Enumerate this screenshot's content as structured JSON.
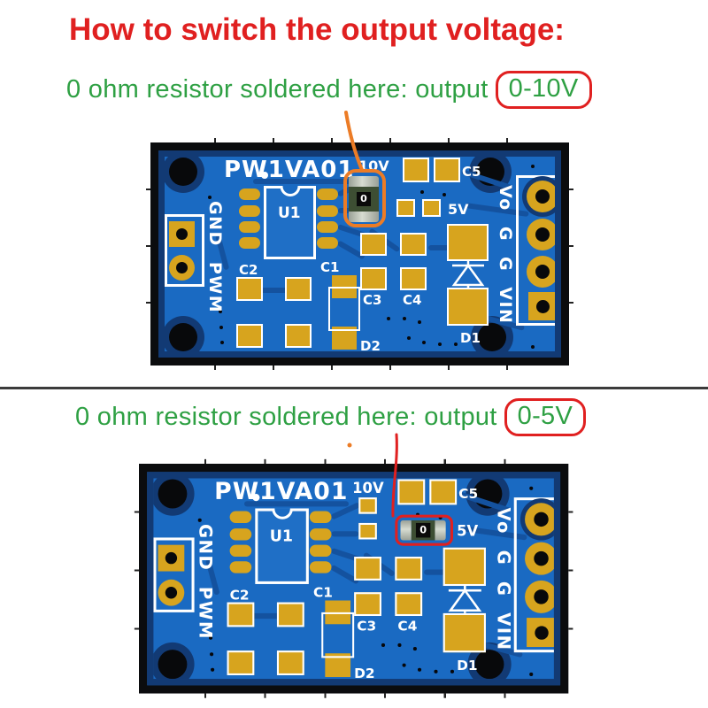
{
  "title": "How to switch the output voltage:",
  "instructions": [
    {
      "text": "0 ohm resistor soldered here: output",
      "badge": "0-10V"
    },
    {
      "text": "0 ohm resistor soldered here: output",
      "badge": "0-5V"
    }
  ],
  "board": {
    "name": "PW1VA01",
    "u1": "U1",
    "v10": "10V",
    "v5": "5V",
    "c5": "C5",
    "c3": "C3",
    "c4": "C4",
    "c2": "C2",
    "c1": "C1",
    "d1": "D1",
    "d2": "D2",
    "left_pins": "GND PWM",
    "right_pins": "Vo G G VIN",
    "resistor_marking": "0"
  },
  "colors": {
    "title_red": "#e02020",
    "text_green": "#2ea043",
    "highlight_orange": "#ec7c26",
    "highlight_red": "#e02020",
    "pcb_blue": "#1a6ac2",
    "pcb_dark_blue": "#123a74",
    "pad_gold": "#d7a41e",
    "silkscreen_white": "#ffffff"
  }
}
